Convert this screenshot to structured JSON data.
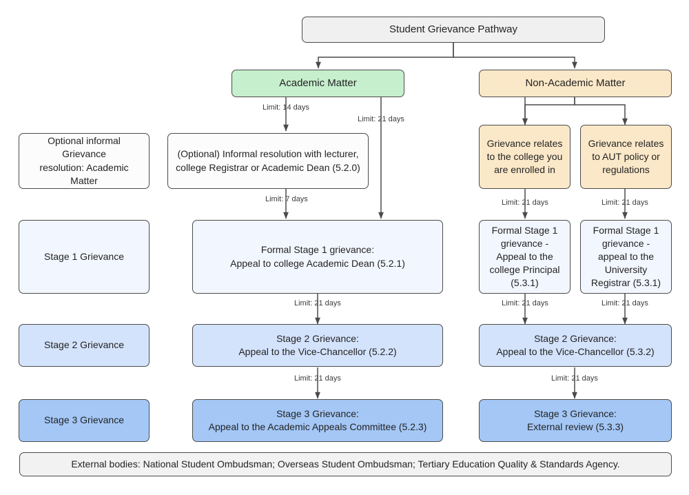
{
  "diagram": {
    "title_node": {
      "label": "Student Grievance Pathway"
    },
    "branches": {
      "academic": {
        "label": "Academic Matter"
      },
      "non_academic": {
        "label": "Non-Academic Matter"
      }
    },
    "legend_column": [
      {
        "label": "Optional informal Grievance\nresolution: Academic Matter"
      },
      {
        "label": "Stage 1 Grievance"
      },
      {
        "label": "Stage 2 Grievance"
      },
      {
        "label": "Stage 3 Grievance"
      }
    ],
    "academic_nodes": [
      {
        "label": "(Optional) Informal resolution with lecturer,\ncollege Registrar or Academic Dean (5.2.0)"
      },
      {
        "label": "Formal Stage 1 grievance:\nAppeal to college Academic Dean (5.2.1)"
      },
      {
        "label": "Stage 2 Grievance:\nAppeal to the Vice-Chancellor (5.2.2)"
      },
      {
        "label": "Stage 3 Grievance:\nAppeal to the Academic Appeals Committee  (5.2.3)"
      }
    ],
    "non_academic_nodes": [
      {
        "label": "Grievance relates\nto the college you\nare enrolled in"
      },
      {
        "label": "Grievance relates\nto AUT policy or\nregulations"
      },
      {
        "label": "Formal Stage 1\ngrievance -\nAppeal to the\ncollege Principal\n(5.3.1)"
      },
      {
        "label": "Formal Stage 1\ngrievance -\nappeal to the\nUniversity\nRegistrar (5.3.1)"
      },
      {
        "label": "Stage 2 Grievance:\nAppeal to the Vice-Chancellor (5.3.2)"
      },
      {
        "label": "Stage 3 Grievance:\nExternal review  (5.3.3)"
      }
    ],
    "footer": {
      "label": "External bodies: National Student Ombudsman; Overseas Student Ombudsman; Tertiary Education Quality & Standards Agency."
    },
    "edge_labels": {
      "academic_informal": "Limit: 14 days",
      "academic_direct_stage1": "Limit: 21 days",
      "informal_to_stage1": "Limit: 7 days",
      "academic_stage1_to_2": "Limit: 21 days",
      "academic_stage2_to_3": "Limit: 21 days",
      "na_left_to_stage1": "Limit: 21 days",
      "na_right_to_stage1": "Limit: 21 days",
      "na_left_stage1_to_2": "Limit: 21 days",
      "na_right_stage1_to_2": "Limit: 21 days",
      "na_stage2_to_3": "Limit: 21 days"
    },
    "colors": {
      "title_fill": "#f0f0f0",
      "academic_fill": "#c6efcd",
      "non_academic_fill": "#fbe8c8",
      "plain_fill": "#fcfcfc",
      "stage1_fill": "#f2f6fe",
      "stage2_fill": "#d4e3fc",
      "stage3_fill": "#a4c7f6",
      "footer_fill": "#f2f2f2",
      "stroke": "#4a4a4a",
      "text": "#232323"
    }
  }
}
